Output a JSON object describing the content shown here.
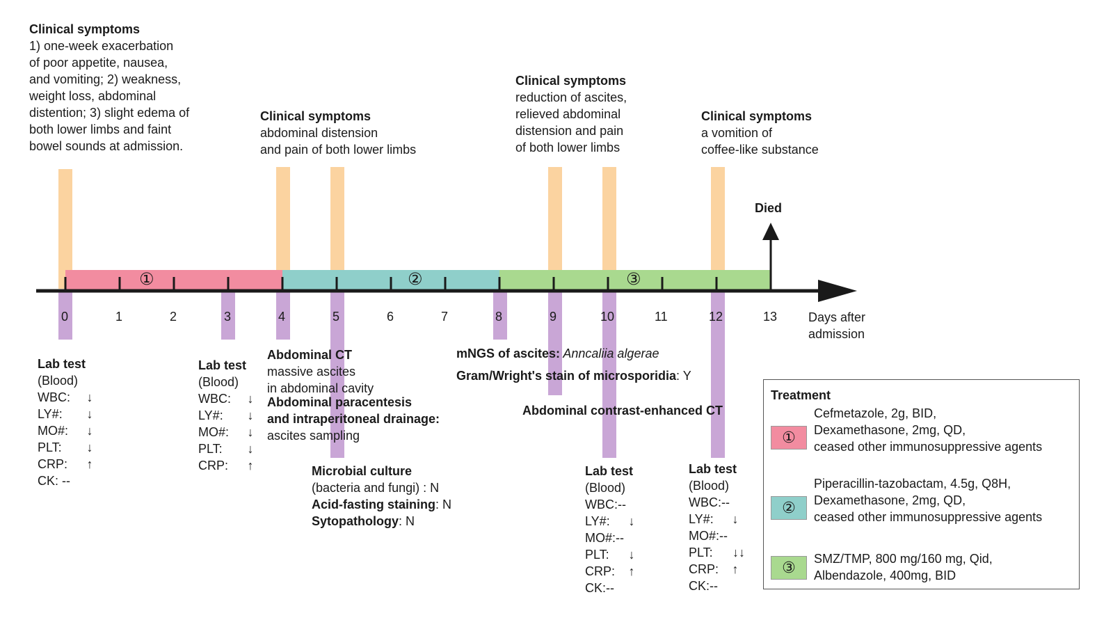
{
  "colors": {
    "phase1": "#f28ca0",
    "phase2": "#8fcfca",
    "phase3": "#a9d98f",
    "orange_band": "#fbd3a0",
    "purple_band": "#c9a6d6",
    "axis": "#1a1a1a"
  },
  "timeline": {
    "ticks": [
      "0",
      "1",
      "2",
      "3",
      "4",
      "5",
      "6",
      "7",
      "8",
      "9",
      "10",
      "11",
      "12",
      "13"
    ],
    "axis_label_line1": "Days after",
    "axis_label_line2": "admission",
    "phase_labels": [
      "①",
      "②",
      "③"
    ],
    "died_label": "Died"
  },
  "clinical": [
    {
      "title": "Clinical symptoms",
      "lines": [
        "1) one-week exacerbation",
        "of poor appetite, nausea,",
        "and vomiting; 2) weakness,",
        "weight loss, abdominal",
        "distention; 3) slight edema of",
        "both lower limbs and faint",
        "bowel sounds at admission."
      ]
    },
    {
      "title": "Clinical symptoms",
      "lines": [
        "abdominal distension",
        "and pain of both lower limbs"
      ]
    },
    {
      "title": "Clinical symptoms",
      "lines": [
        "reduction of ascites,",
        "relieved abdominal",
        "distension and pain",
        "of both lower limbs"
      ]
    },
    {
      "title": "Clinical symptoms",
      "lines": [
        "a vomition of",
        "coffee-like substance"
      ]
    }
  ],
  "lab_day0": {
    "title": "Lab test",
    "subtitle": "(Blood)",
    "rows": [
      {
        "label": "WBC:",
        "mark": "↓"
      },
      {
        "label": "LY#:",
        "mark": "↓"
      },
      {
        "label": "MO#:",
        "mark": "↓"
      },
      {
        "label": "PLT:",
        "mark": "↓"
      },
      {
        "label": "CRP:",
        "mark": "↑"
      },
      {
        "label": "CK: --",
        "mark": ""
      }
    ]
  },
  "lab_day3": {
    "title": "Lab test",
    "subtitle": "(Blood)",
    "rows": [
      {
        "label": "WBC:",
        "mark": "↓"
      },
      {
        "label": "LY#:",
        "mark": "↓"
      },
      {
        "label": "MO#:",
        "mark": "↓"
      },
      {
        "label": "PLT:",
        "mark": "↓"
      },
      {
        "label": "CRP:",
        "mark": "↑"
      }
    ]
  },
  "lab_day10": {
    "title": "Lab test",
    "subtitle": "(Blood)",
    "rows": [
      {
        "label": "WBC:--",
        "mark": ""
      },
      {
        "label": "LY#:",
        "mark": "↓"
      },
      {
        "label": "MO#:--",
        "mark": ""
      },
      {
        "label": "PLT:",
        "mark": "↓"
      },
      {
        "label": "CRP:",
        "mark": "↑"
      },
      {
        "label": "CK:--",
        "mark": ""
      }
    ]
  },
  "lab_day12": {
    "title": "Lab test",
    "subtitle": "(Blood)",
    "rows": [
      {
        "label": "WBC:--",
        "mark": ""
      },
      {
        "label": "LY#:",
        "mark": "↓"
      },
      {
        "label": "MO#:--",
        "mark": ""
      },
      {
        "label": "PLT:",
        "mark": "↓↓"
      },
      {
        "label": "CRP:",
        "mark": "↑"
      },
      {
        "label": "CK:--",
        "mark": ""
      }
    ]
  },
  "abdominal_ct": {
    "title": "Abdominal CT",
    "line1": "massive ascites",
    "line2": "in abdominal cavity",
    "para_title1": "Abdominal paracentesis",
    "para_title2": "and intraperitoneal drainage:",
    "para_line": "ascites sampling"
  },
  "microbial": {
    "title": "Microbial culture",
    "line1": " (bacteria and fungi) : N",
    "acid_label": "Acid-fasting staining",
    "acid_value": ": N",
    "sypo_label": "Sytopathology",
    "sypo_value": ": N"
  },
  "mngs": {
    "label": "mNGS of ascites:",
    "value": " Anncaliia algerae",
    "gram_label": "Gram/Wright's stain of microsporidia",
    "gram_value": ": Y",
    "contrast_ct": "Abdominal contrast-enhanced CT"
  },
  "treatment": {
    "title": "Treatment",
    "items": [
      {
        "badge": "①",
        "lines": [
          "Cefmetazole, 2g, BID,",
          "Dexamethasone, 2mg, QD,",
          "ceased other immunosuppressive agents"
        ]
      },
      {
        "badge": "②",
        "lines": [
          "Piperacillin-tazobactam, 4.5g, Q8H,",
          "Dexamethasone, 2mg,  QD,",
          "ceased other immunosuppressive agents"
        ]
      },
      {
        "badge": "③",
        "lines": [
          "SMZ/TMP, 800 mg/160 mg, Qid,",
          "Albendazole, 400mg, BID"
        ]
      }
    ]
  }
}
